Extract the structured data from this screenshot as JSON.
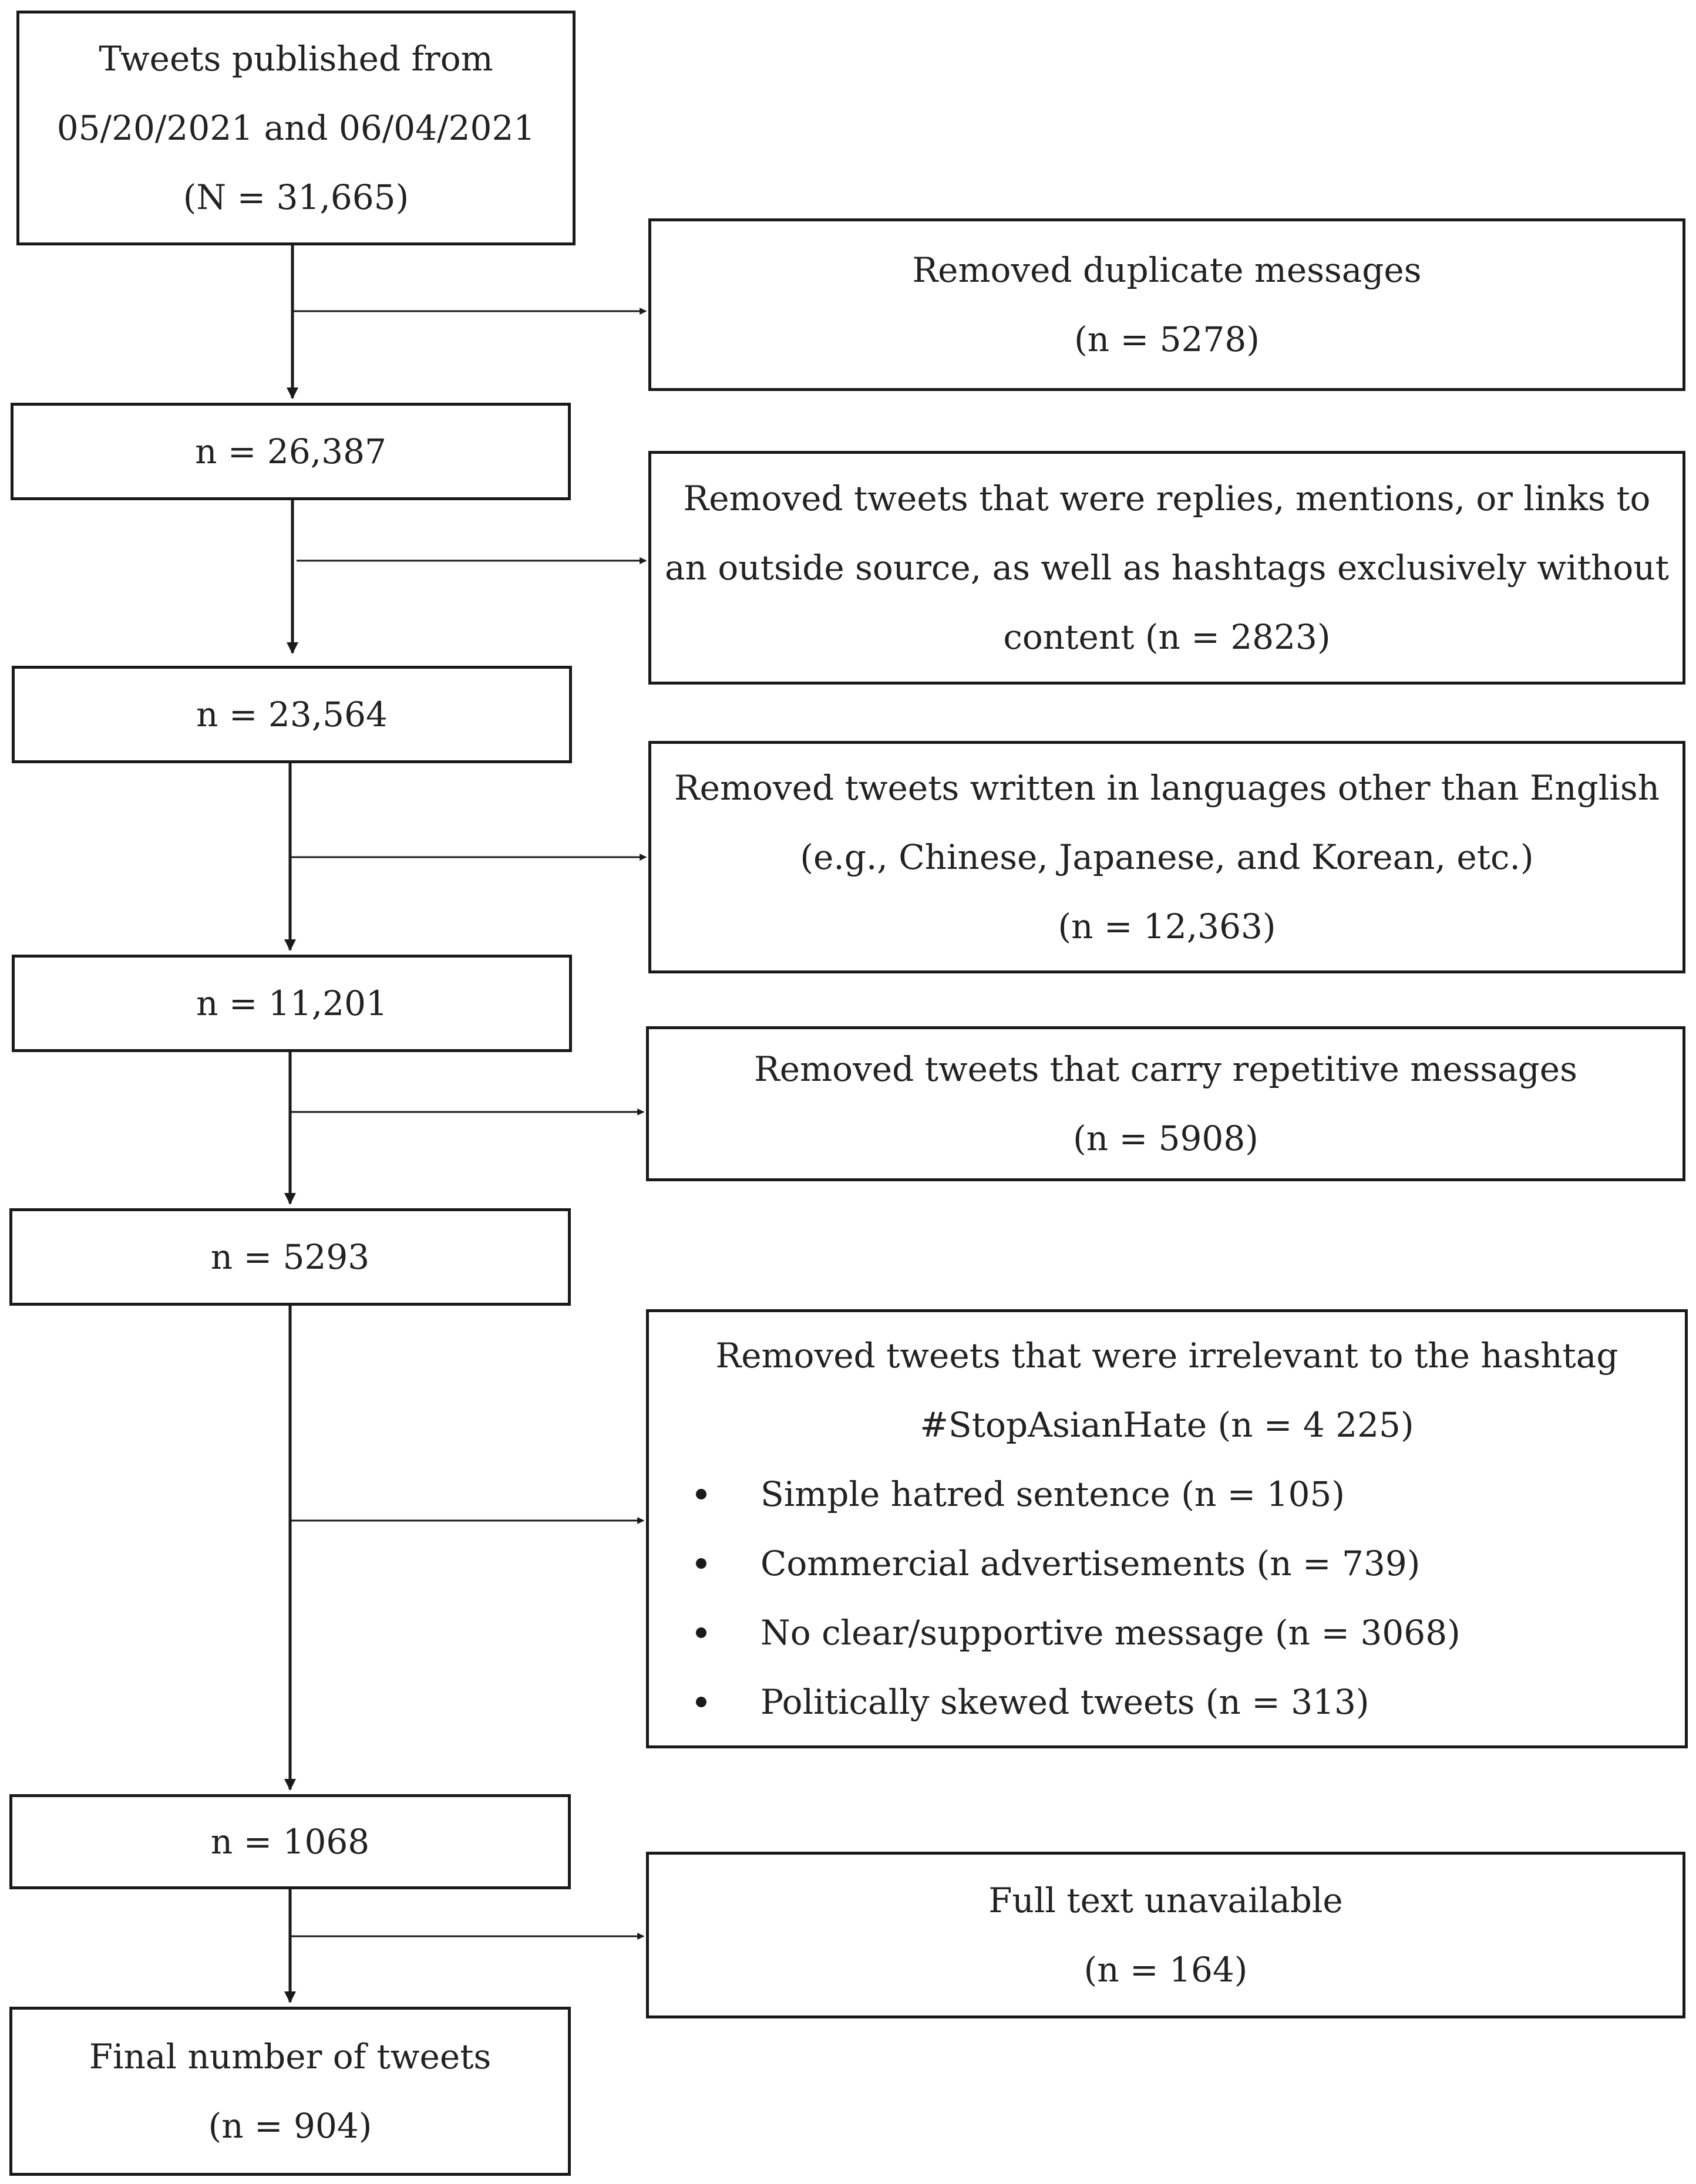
{
  "flow": {
    "main": [
      {
        "lines": [
          "Tweets published from",
          "05/20/2021 and 06/04/2021",
          "(N = 31,665)"
        ]
      },
      {
        "lines": [
          "n = 26,387"
        ]
      },
      {
        "lines": [
          "n = 23,564"
        ]
      },
      {
        "lines": [
          "n = 11,201"
        ]
      },
      {
        "lines": [
          "n = 5293"
        ]
      },
      {
        "lines": [
          "n = 1068"
        ]
      },
      {
        "lines": [
          "Final number of tweets",
          "(n = 904)"
        ]
      }
    ],
    "removed": [
      {
        "lines": [
          "Removed duplicate messages",
          "(n = 5278)"
        ]
      },
      {
        "lines": [
          "Removed tweets that were replies, mentions, or links to",
          "an outside source, as well as hashtags exclusively without",
          "content (n = 2823)"
        ]
      },
      {
        "lines": [
          "Removed tweets written in languages other than English",
          "(e.g., Chinese, Japanese, and Korean, etc.)",
          "(n = 12,363)"
        ]
      },
      {
        "lines": [
          "Removed tweets that carry repetitive messages",
          "(n = 5908)"
        ]
      },
      {
        "lines": [
          "Removed tweets that were irrelevant to the hashtag",
          "#StopAsianHate (n = 4 225)"
        ],
        "bullets": [
          "Simple hatred sentence (n = 105)",
          "Commercial advertisements (n = 739)",
          "No clear/supportive message (n = 3068)",
          "Politically skewed tweets (n = 313)"
        ]
      },
      {
        "lines": [
          "Full text unavailable",
          "(n = 164)"
        ]
      }
    ]
  }
}
